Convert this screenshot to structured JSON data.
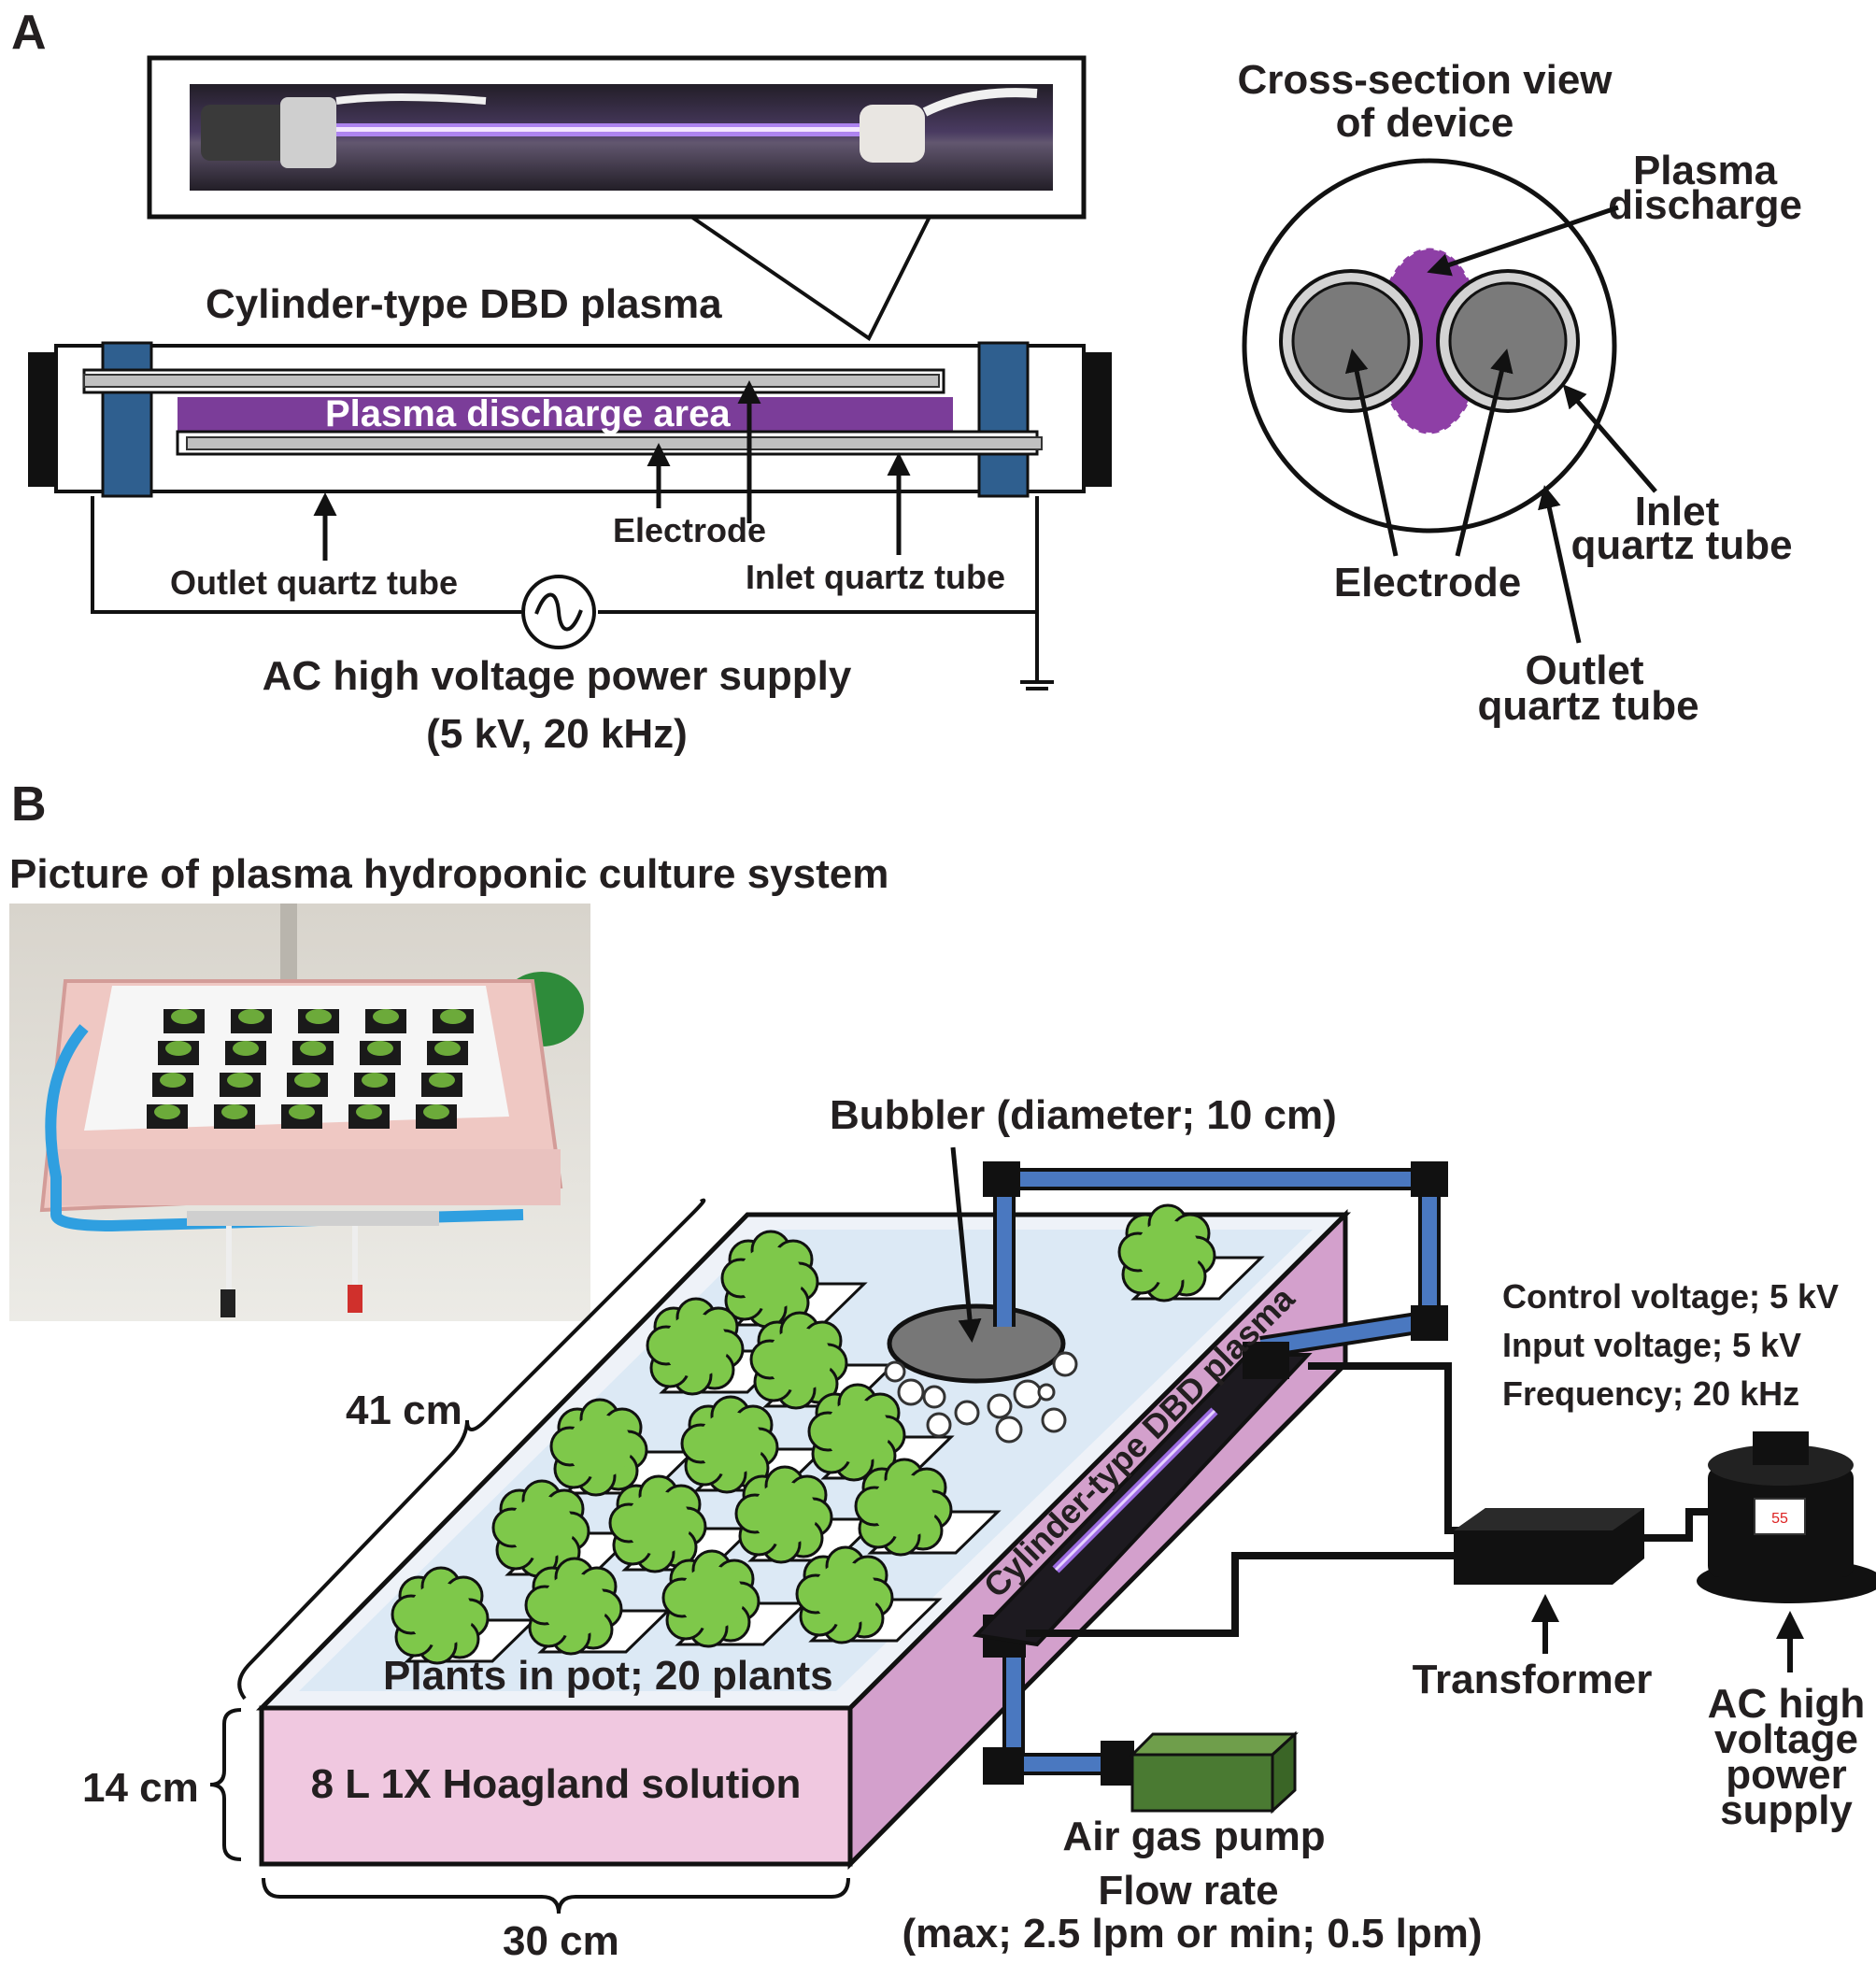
{
  "panel_a": {
    "letter": "A",
    "device_title": "Cylinder-type DBD plasma",
    "discharge_area": "Plasma discharge area",
    "electrode": "Electrode",
    "outlet_tube": "Outlet quartz tube",
    "inlet_tube": "Inlet quartz tube",
    "power_supply": "AC high voltage power supply",
    "power_spec": "(5 kV, 20 kHz)",
    "cross_title_1": "Cross-section view",
    "cross_title_2": "of device",
    "cross_plasma_1": "Plasma",
    "cross_plasma_2": "discharge",
    "cross_electrode": "Electrode",
    "cross_inlet_1": "Inlet",
    "cross_inlet_2": "quartz tube",
    "cross_outlet_1": "Outlet",
    "cross_outlet_2": "quartz tube"
  },
  "panel_b": {
    "letter": "B",
    "photo_title": "Picture of plasma hydroponic culture system",
    "bubbler": "Bubbler (diameter; 10 cm)",
    "control_voltage": "Control voltage; 5 kV",
    "input_voltage": "Input voltage; 5 kV",
    "frequency": "Frequency; 20 kHz",
    "device_label": "Cylinder-type DBD plasma",
    "length": "41 cm",
    "height": "14 cm",
    "width": "30 cm",
    "plants": "Plants in pot; 20 plants",
    "solution": "8 L 1X Hoagland solution",
    "transformer": "Transformer",
    "supply_1": "AC high",
    "supply_2": "voltage",
    "supply_3": "power",
    "supply_4": "supply",
    "supply_display": "55",
    "pump": "Air gas pump",
    "flow_title": "Flow rate",
    "flow_spec": "(max; 2.5 lpm or min; 0.5 lpm)"
  }
}
